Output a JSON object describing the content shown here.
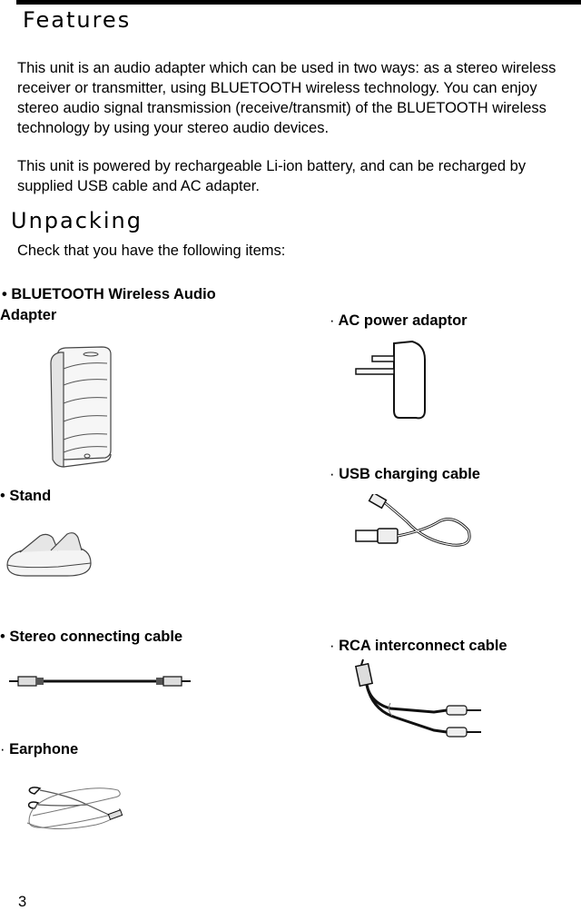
{
  "features": {
    "heading": "Features",
    "paragraphs": [
      "This unit is an audio adapter which can be used in two ways: as a stereo wireless receiver or transmitter, using BLUETOOTH wireless technology. You can enjoy stereo audio signal transmission (receive/transmit) of the BLUETOOTH wireless technology by using your stereo audio devices.",
      "This unit is powered by rechargeable Li-ion battery, and can be recharged by supplied USB cable and AC adapter."
    ]
  },
  "unpacking": {
    "heading": "Unpacking",
    "intro": "Check that you have the following items:"
  },
  "items": [
    {
      "bullet": "•",
      "label": "BLUETOOTH Wireless Audio Adapter"
    },
    {
      "bullet": "·",
      "label": "AC power adaptor"
    },
    {
      "bullet": "·",
      "label": "USB charging cable"
    },
    {
      "bullet": "•",
      "label": "Stand"
    },
    {
      "bullet": "•",
      "label": "Stereo connecting cable"
    },
    {
      "bullet": "·",
      "label": "RCA interconnect cable"
    },
    {
      "bullet": "·",
      "label": "Earphone"
    }
  ],
  "page_number": "3"
}
